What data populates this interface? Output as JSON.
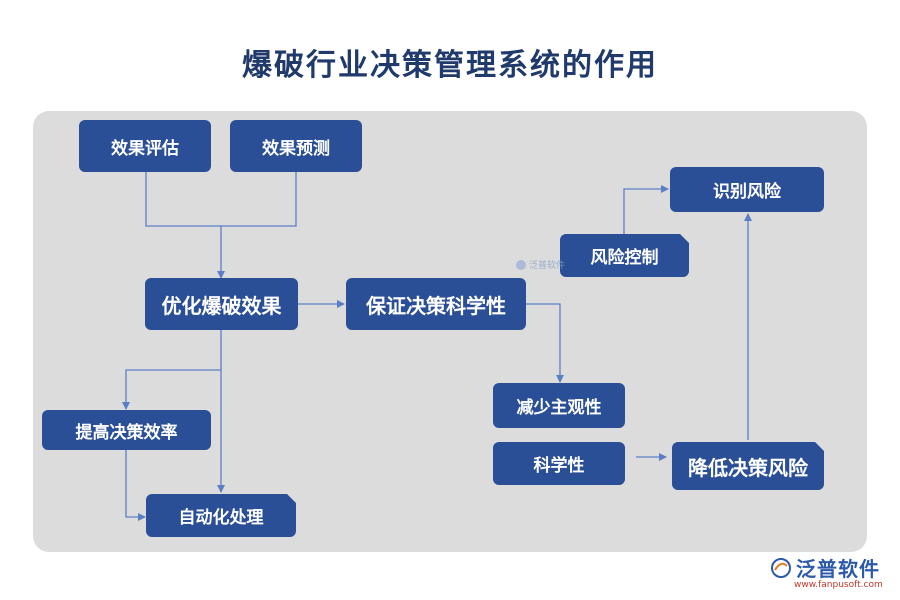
{
  "title": "爆破行业决策管理系统的作用",
  "nodes": {
    "xiaoguo_pinggu": "效果评估",
    "xiaoguo_yuce": "效果预测",
    "youhua": "优化爆破效果",
    "baozheng": "保证决策科学性",
    "fengxian_kongzhi": "风险控制",
    "shibie_fengxian": "识别风险",
    "tigao": "提高决策效率",
    "zidonghua": "自动化处理",
    "jianshao": "减少主观性",
    "kexuexing": "科学性",
    "jiangdi": "降低决策风险"
  },
  "watermark": "泛普软件",
  "brand": {
    "name": "泛普软件",
    "url": "www.fanpusoft.com"
  },
  "colors": {
    "node": "#2b4f97",
    "title": "#1f3a6b",
    "panel": "#dcdcdc",
    "line": "#5b7fc7"
  }
}
